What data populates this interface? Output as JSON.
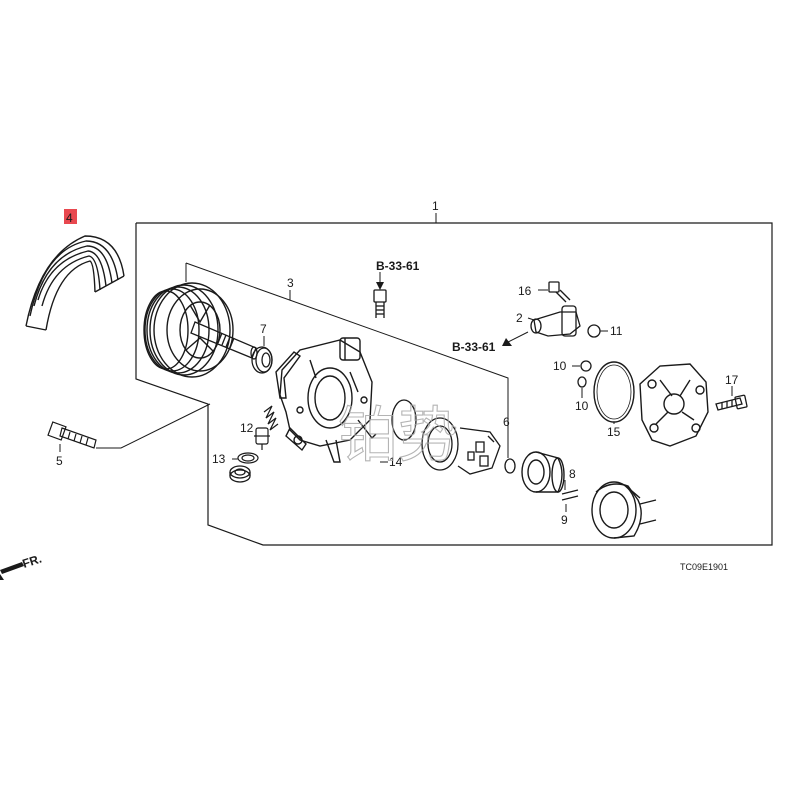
{
  "labels": {
    "l1": "1",
    "l2": "2",
    "l3": "3",
    "l4": "4",
    "l5": "5",
    "l6": "6",
    "l7": "7",
    "l8": "8",
    "l9": "9",
    "l10a": "10",
    "l10b": "10",
    "l11": "11",
    "l12": "12",
    "l13": "13",
    "l14": "14",
    "l15": "15",
    "l16": "16",
    "l17": "17"
  },
  "refs": {
    "top": "B-33-61",
    "mid": "B-33-61"
  },
  "front": "FR.",
  "diagram_code": "TC09E1901",
  "watermark": "铂势",
  "colors": {
    "highlight": "#e8484f",
    "ink": "#1a1a1a"
  }
}
